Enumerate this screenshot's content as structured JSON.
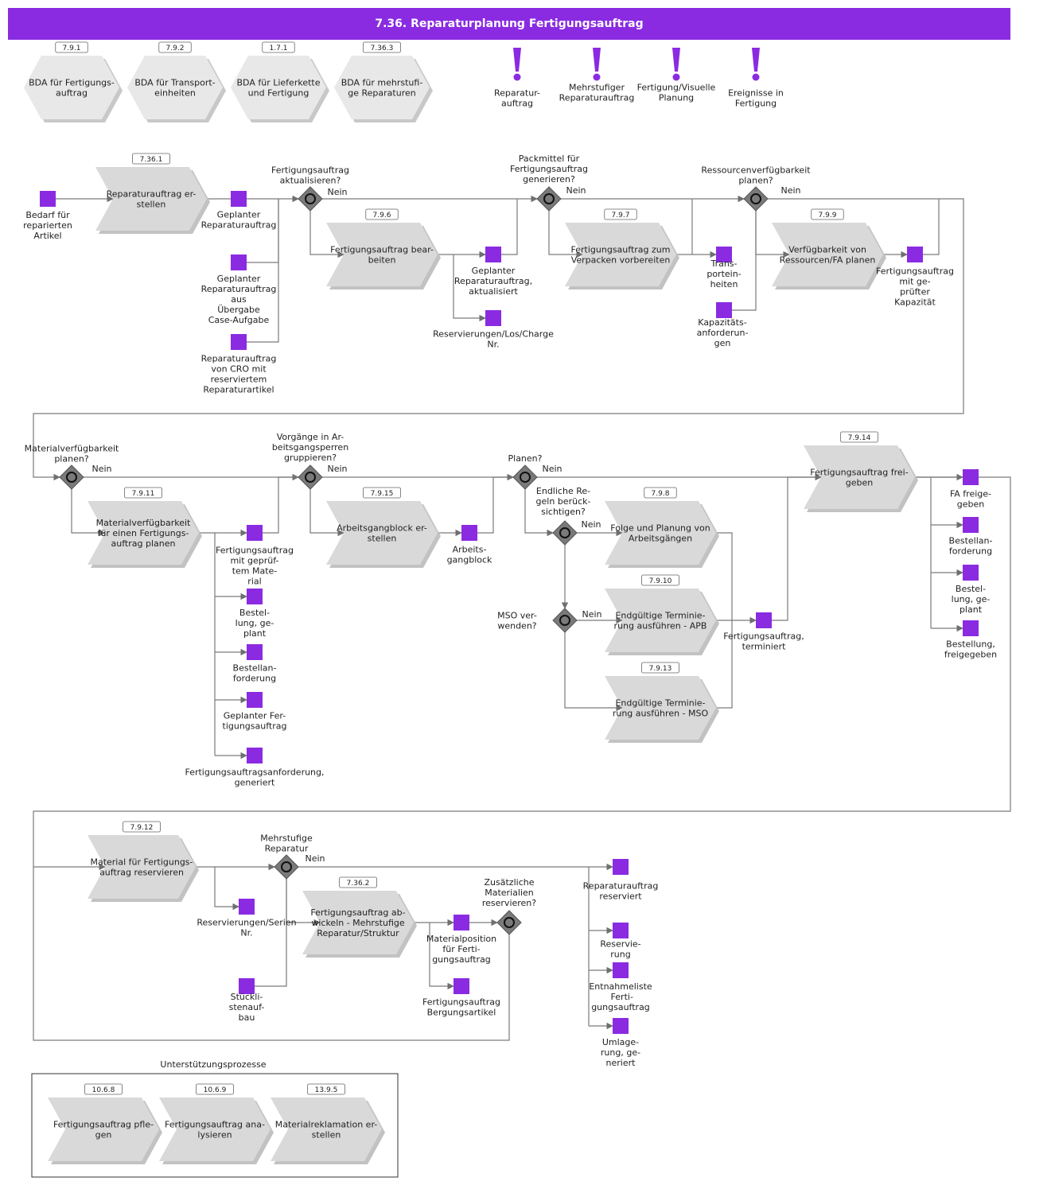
{
  "title": "7.36. Reparaturplanung Fertigungsauftrag",
  "colors": {
    "accent": "#8a2be2",
    "shape_fill": "#d9d9d9",
    "hex_fill": "#e8e8e8",
    "gateway_fill": "#7a7a7a",
    "line": "#6f6f6f",
    "text": "#222222"
  },
  "no_label": "Nein",
  "support_title": "Unterstützungsprozesse",
  "hexagons": [
    {
      "id": "7.9.1",
      "text": [
        "BDA für Fertigungs-",
        "auftrag"
      ]
    },
    {
      "id": "7.9.2",
      "text": [
        "BDA für Transport-",
        "einheiten"
      ]
    },
    {
      "id": "1.7.1",
      "text": [
        "BDA für Lieferkette",
        "und Fertigung"
      ]
    },
    {
      "id": "7.36.3",
      "text": [
        "BDA für mehrstufi-",
        "ge Reparaturen"
      ]
    }
  ],
  "events": [
    {
      "text": [
        "Reparatur-",
        "auftrag"
      ]
    },
    {
      "text": [
        "Mehrstufiger",
        "Reparaturauftrag"
      ]
    },
    {
      "text": [
        "Fertigung/Visuelle",
        "Planung"
      ]
    },
    {
      "text": [
        "Ereignisse in",
        "Fertigung"
      ]
    }
  ],
  "processes": [
    {
      "id": "7.36.1",
      "text": [
        "Reparaturauftrag er-",
        "stellen"
      ]
    },
    {
      "id": "7.9.6",
      "text": [
        "Fertigungsauftrag bear-",
        "beiten"
      ]
    },
    {
      "id": "7.9.7",
      "text": [
        "Fertigungsauftrag zum",
        "Verpacken vorbereiten"
      ]
    },
    {
      "id": "7.9.9",
      "text": [
        "Verfügbarkeit von",
        "Ressourcen/FA planen"
      ]
    },
    {
      "id": "7.9.11",
      "text": [
        "Materialverfügbarkeit",
        "für einen Fertigungs-",
        "auftrag planen"
      ]
    },
    {
      "id": "7.9.15",
      "text": [
        "Arbeitsgangblock er-",
        "stellen"
      ]
    },
    {
      "id": "7.9.8",
      "text": [
        "Folge und Planung von",
        "Arbeitsgängen"
      ]
    },
    {
      "id": "7.9.10",
      "text": [
        "Endgültige Terminie-",
        "rung ausführen - APB"
      ]
    },
    {
      "id": "7.9.13",
      "text": [
        "Endgültige Terminie-",
        "rung ausführen - MSO"
      ]
    },
    {
      "id": "7.9.14",
      "text": [
        "Fertigungsauftrag frei-",
        "geben"
      ]
    },
    {
      "id": "7.9.12",
      "text": [
        "Material für Fertigungs-",
        "auftrag reservieren"
      ]
    },
    {
      "id": "7.36.2",
      "text": [
        "Fertigungsauftrag ab-",
        "wickeln - Mehrstufige",
        "Reparatur/Struktur"
      ]
    },
    {
      "id": "10.6.8",
      "text": [
        "Fertigungsauftrag pfle-",
        "gen"
      ]
    },
    {
      "id": "10.6.9",
      "text": [
        "Fertigungsauftrag ana-",
        "lysieren"
      ]
    },
    {
      "id": "13.9.5",
      "text": [
        "Materialreklamation er-",
        "stellen"
      ]
    }
  ],
  "gateways": [
    {
      "text": [
        "Fertigungsauftrag",
        "aktualisieren?"
      ]
    },
    {
      "text": [
        "Packmittel für",
        "Fertigungsauftrag",
        "generieren?"
      ]
    },
    {
      "text": [
        "Ressourcenverfügbarkeit",
        "planen?"
      ]
    },
    {
      "text": [
        "Materialverfügbarkeit",
        "planen?"
      ]
    },
    {
      "text": [
        "Vorgänge in      Ar-",
        "beitsgangsperren",
        "gruppieren?"
      ]
    },
    {
      "text": [
        "Planen?"
      ]
    },
    {
      "text": [
        "Endliche        Re-",
        "geln     berück-",
        "sichtigen?"
      ]
    },
    {
      "text": [
        "MSO        ver-",
        "wenden?"
      ]
    },
    {
      "text": [
        "Mehrstufige",
        "Reparatur"
      ]
    },
    {
      "text": [
        "Zusätzliche",
        "Materialien",
        "reservieren?"
      ]
    }
  ],
  "objects": [
    {
      "text": [
        "Bedarf für",
        "reparierten",
        "Artikel"
      ]
    },
    {
      "text": [
        "Geplanter",
        "Reparaturauftrag"
      ]
    },
    {
      "text": [
        "Geplanter",
        "Reparaturauftrag",
        "aus",
        "Übergabe",
        "Case-Aufgabe"
      ]
    },
    {
      "text": [
        "Reparaturauftrag",
        "von CRO mit",
        "reserviertem",
        "Reparaturartikel"
      ]
    },
    {
      "text": [
        "Geplanter",
        "Reparaturauftrag,",
        "aktualisiert"
      ]
    },
    {
      "text": [
        "Reservierungen/Los/Charge",
        "Nr."
      ]
    },
    {
      "text": [
        "Trans-",
        "portein-",
        "heiten"
      ]
    },
    {
      "text": [
        "Kapazitäts-",
        "anforderun-",
        "gen"
      ]
    },
    {
      "text": [
        "Fertigungsauftrag",
        "mit            ge-",
        "prüfter",
        "Kapazität"
      ]
    },
    {
      "text": [
        "Fertigungsauftrag",
        "mit          geprüf-",
        "tem          Mate-",
        "rial"
      ]
    },
    {
      "text": [
        "Bestel-",
        "lung, ge-",
        "plant"
      ]
    },
    {
      "text": [
        "Bestellan-",
        "forderung"
      ]
    },
    {
      "text": [
        "Geplanter       Fer-",
        "tigungsauftrag"
      ]
    },
    {
      "text": [
        "Fertigungsauftragsanforderung,",
        "generiert"
      ]
    },
    {
      "text": [
        "Arbeits-",
        "gangblock"
      ]
    },
    {
      "text": [
        "Fertigungsauftrag,",
        "terminiert"
      ]
    },
    {
      "text": [
        "FA freige-",
        "geben"
      ]
    },
    {
      "text": [
        "Bestellan-",
        "forderung"
      ]
    },
    {
      "text": [
        "Bestel-",
        "lung, ge-",
        "plant"
      ]
    },
    {
      "text": [
        "Bestellung,",
        "freigegeben"
      ]
    },
    {
      "text": [
        "Reservierungen/Serien",
        "Nr."
      ]
    },
    {
      "text": [
        "Stückli-",
        "stenauf-",
        "bau"
      ]
    },
    {
      "text": [
        "Materialposition",
        "für          Ferti-",
        "gungsauftrag"
      ]
    },
    {
      "text": [
        "Fertigungsauftrag",
        "Bergungsartikel"
      ]
    },
    {
      "text": [
        "Reparaturauftrag",
        "reserviert"
      ]
    },
    {
      "text": [
        "Reservie-",
        "rung"
      ]
    },
    {
      "text": [
        "Entnahmeliste",
        "           Ferti-",
        "gungsauftrag"
      ]
    },
    {
      "text": [
        "Umlage-",
        "rung, ge-",
        "neriert"
      ]
    }
  ]
}
